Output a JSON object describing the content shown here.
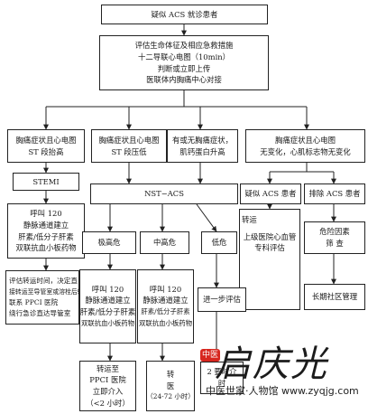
{
  "boxes": {
    "suspected_acs": [
      "疑似 ACS 就诊患者"
    ],
    "assess": [
      "评估生命体征及相应急救措施",
      "十二导联心电图（10min）",
      "判断或立即上传",
      "医联体内胸痛中心对接"
    ],
    "st_elevation": [
      "胸痛症状且心电图",
      "ST 段抬高"
    ],
    "st_depression": [
      "胸痛症状且心电图",
      "ST 段压低"
    ],
    "troponin": [
      "有或无胸痛症状，",
      "肌钙蛋白升高"
    ],
    "no_change": [
      "胸痛症状且心电图",
      "无变化，心肌标志物无变化"
    ],
    "stemi": [
      "STEMI"
    ],
    "stemi_actions": [
      "呼叫 120",
      "静脉通道建立",
      "肝素/低分子肝素",
      "双联抗血小板药物"
    ],
    "nste_acs": [
      "NST−ACS"
    ],
    "suspected_acs_pt": [
      "疑似 ACS 患者"
    ],
    "exclude_acs": [
      "排除 ACS 患者"
    ],
    "very_high_risk": [
      "极高危"
    ],
    "high_risk": [
      "中高危"
    ],
    "low_risk": [
      "低危"
    ],
    "transfer_eval": [
      "转运",
      "上级医院心血管",
      "专科评估"
    ],
    "risk_factors": [
      "危险因素",
      "筛  查"
    ],
    "stemi_transfer": [
      "评估转运时间，决定直",
      "接转运至导管室或溶栓后转运",
      "联系 PPCI 医院",
      "绕行急诊直达导管室"
    ],
    "very_high_actions": [
      "呼叫 120",
      "静脉通道建立",
      "肝素/低分子肝素",
      "双联抗血小板药物"
    ],
    "high_actions": [
      "呼叫 120",
      "静脉通道建立",
      "肝素/低分子肝素",
      "双联抗血小板药物"
    ],
    "further_eval": [
      "进一步评估"
    ],
    "long_term": [
      "长期社区管理"
    ],
    "transfer_ppci": [
      "转运至",
      "PPCI 医院",
      "立即介入",
      "（<2 小时）"
    ],
    "transfer_24_72": [
      "转",
      "医",
      "（24-72 小时）"
    ],
    "partial_24": [
      "2 要时介",
      "时"
    ]
  },
  "watermark": {
    "calligraphy": "启庆光",
    "seal": "中医",
    "url": "中医世家·人物馆 www.zyqjg.com"
  }
}
